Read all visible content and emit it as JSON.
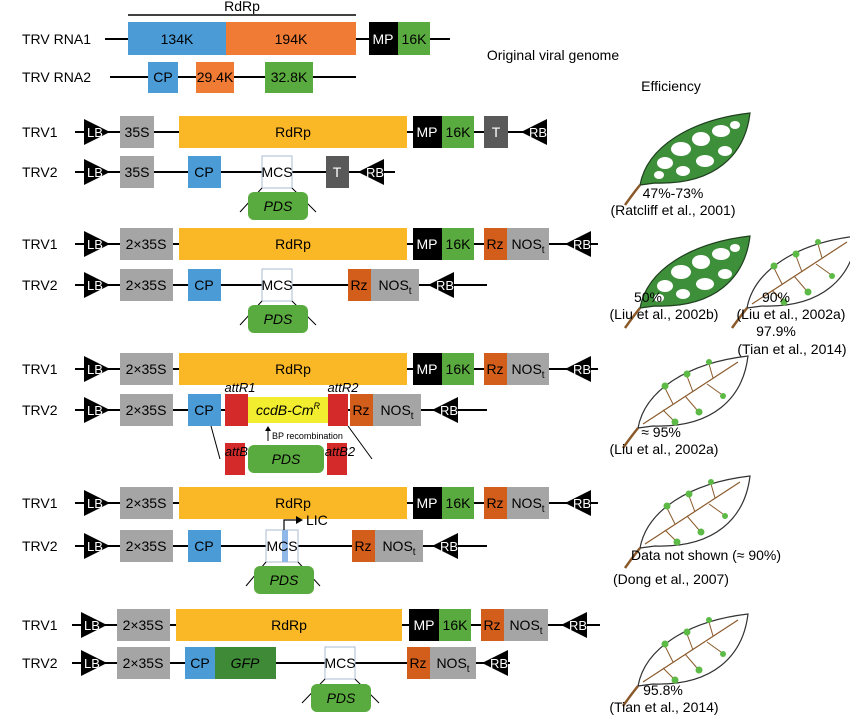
{
  "genome": {
    "rdrp_bracket": "RdRp",
    "rna1": {
      "label": "TRV RNA1",
      "k134": "134K",
      "k194": "194K",
      "mp": "MP",
      "k16": "16K"
    },
    "rna2": {
      "label": "TRV RNA2",
      "cp": "CP",
      "k294": "29.4K",
      "k328": "32.8K"
    },
    "caption": "Original viral genome"
  },
  "efficiency_header": "Efficiency",
  "constructs": [
    {
      "trv1": {
        "label": "TRV1",
        "lb": "LB",
        "promoter": "35S",
        "rdrp": "RdRp",
        "mp": "MP",
        "k16": "16K",
        "term": "T",
        "rb": "RB"
      },
      "trv2": {
        "label": "TRV2",
        "lb": "LB",
        "promoter": "35S",
        "cp": "CP",
        "mcs": "MCS",
        "term": "T",
        "rb": "RB",
        "insert": "PDS"
      },
      "efficiency": "47%-73%",
      "citation": "(Ratcliff et al., 2001)"
    },
    {
      "trv1": {
        "label": "TRV1",
        "lb": "LB",
        "promoter": "2×35S",
        "rdrp": "RdRp",
        "mp": "MP",
        "k16": "16K",
        "rz": "Rz",
        "nos": "NOS",
        "nos_sub": "t",
        "rb": "RB"
      },
      "trv2": {
        "label": "TRV2",
        "lb": "LB",
        "promoter": "2×35S",
        "cp": "CP",
        "mcs": "MCS",
        "rz": "Rz",
        "nos": "NOS",
        "nos_sub": "t",
        "rb": "RB",
        "insert": "PDS"
      },
      "efficiency_a": "50%",
      "citation_a": "(Liu et al., 2002b)",
      "efficiency_b": "90%",
      "citation_b": "(Liu et al., 2002a)",
      "efficiency_c": "97.9%",
      "citation_c": "(Tian et al., 2014)"
    },
    {
      "trv1": {
        "label": "TRV1",
        "lb": "LB",
        "promoter": "2×35S",
        "rdrp": "RdRp",
        "mp": "MP",
        "k16": "16K",
        "rz": "Rz",
        "nos": "NOS",
        "nos_sub": "t",
        "rb": "RB"
      },
      "trv2": {
        "label": "TRV2",
        "lb": "LB",
        "promoter": "2×35S",
        "cp": "CP",
        "attr1": "attR1",
        "ccdb": "ccdB-Cm",
        "ccdb_sup": "R",
        "attr2": "attR2",
        "rz": "Rz",
        "nos": "NOS",
        "nos_sub": "t",
        "rb": "RB",
        "bp": "BP recombination",
        "attb1": "attB1",
        "insert": "PDS",
        "attb2": "attB2"
      },
      "efficiency": "≈ 95%",
      "citation": "(Liu et al., 2002a)"
    },
    {
      "trv1": {
        "label": "TRV1",
        "lb": "LB",
        "promoter": "2×35S",
        "rdrp": "RdRp",
        "mp": "MP",
        "k16": "16K",
        "rz": "Rz",
        "nos": "NOS",
        "nos_sub": "t",
        "rb": "RB"
      },
      "trv2": {
        "label": "TRV2",
        "lb": "LB",
        "promoter": "2×35S",
        "cp": "CP",
        "mcs": "MCS",
        "lic": "LIC",
        "rz": "Rz",
        "nos": "NOS",
        "nos_sub": "t",
        "rb": "RB",
        "insert": "PDS"
      },
      "efficiency": "Data not shown (≈ 90%)",
      "citation": "(Dong et al., 2007)"
    },
    {
      "trv1": {
        "label": "TRV1",
        "lb": "LB",
        "promoter": "2×35S",
        "rdrp": "RdRp",
        "mp": "MP",
        "k16": "16K",
        "rz": "Rz",
        "nos": "NOS",
        "nos_sub": "t",
        "rb": "RB"
      },
      "trv2": {
        "label": "TRV2",
        "lb": "LB",
        "promoter": "2×35S",
        "cp": "CP",
        "gfp": "GFP",
        "mcs": "MCS",
        "rz": "Rz",
        "nos": "NOS",
        "nos_sub": "t",
        "rb": "RB",
        "insert": "PDS"
      },
      "efficiency": "95.8%",
      "citation": "(Tian et al., 2014)"
    }
  ],
  "colors": {
    "rdrp_134": "#4a9bd6",
    "rdrp_194": "#ef7b34",
    "rdrp": "#fbb826",
    "mp": "#000000",
    "k16": "#5aab3f",
    "promoter": "#a5a5a5",
    "cp": "#4a9bd6",
    "k294": "#ef7b34",
    "k328": "#5aab3f",
    "terminator": "#595959",
    "rz": "#d35d1a",
    "nos": "#a5a5a5",
    "pds": "#5aab3f",
    "att": "#d42a2a",
    "ccdb": "#f2ee2f",
    "gfp": "#3e8a36",
    "leaf_dark": "#3e8f3a",
    "leaf_light": "#5dba46",
    "stem": "#8b5a2b"
  }
}
